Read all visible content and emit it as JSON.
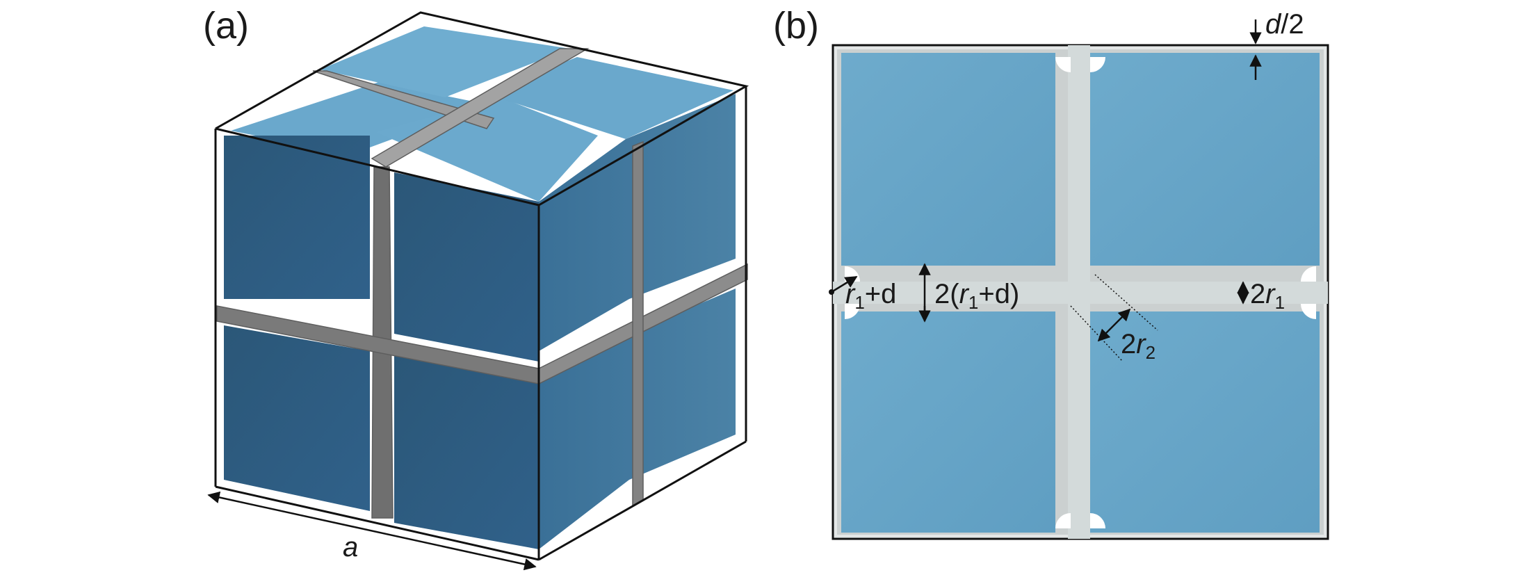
{
  "figure": {
    "panel_a": {
      "label": "(a)",
      "dimension_label": "a"
    },
    "panel_b": {
      "label": "(b)",
      "annotations": {
        "half_gap": {
          "var": "d",
          "rest": "/2"
        },
        "corner_radius": {
          "var": "r",
          "sub": "1",
          "rest": "+d"
        },
        "diameter_full": {
          "pre": "2(",
          "var": "r",
          "sub": "1",
          "rest": "+d)"
        },
        "beam_width": {
          "pre": "2",
          "var": "r",
          "sub": "1"
        },
        "post_width": {
          "pre": "2",
          "var": "r",
          "sub": "2"
        }
      }
    },
    "colors": {
      "cube_front": "#2e5b7c",
      "cube_side": "#3d7398",
      "cube_top": "#6ba7cb",
      "frame_gray": "#7f7f7f",
      "bar_light": "#d5dcdc",
      "square_blue": "#68a7c8",
      "outline": "#111111"
    }
  }
}
